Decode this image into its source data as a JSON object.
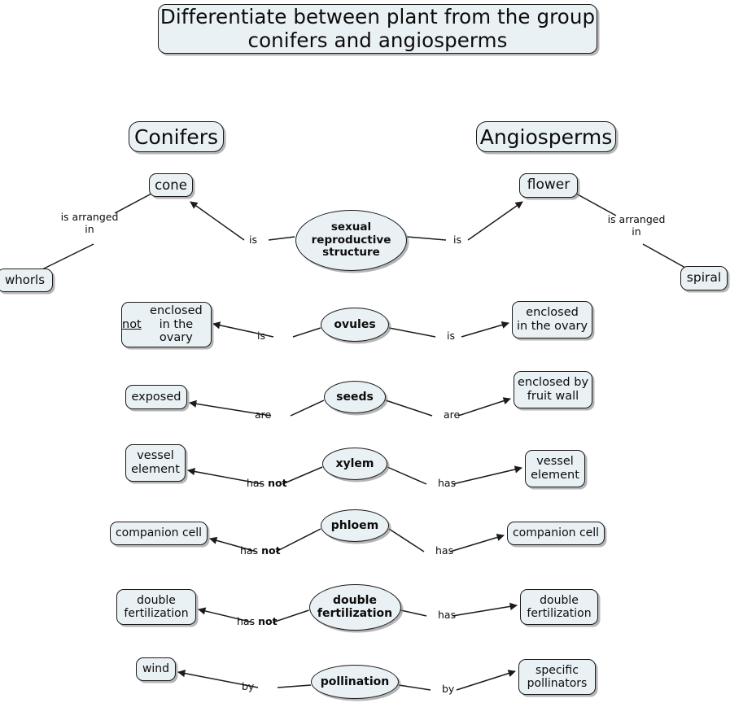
{
  "title": {
    "text": "Differentiate between plant from the group\nconifers and angiosperms"
  },
  "groups": {
    "left": "Conifers",
    "right": "Angiosperms"
  },
  "colors": {
    "node_fill": "#eaf1f4",
    "node_border": "#1b1b1b",
    "text": "#0c0c0c",
    "edge": "#1b1b1b",
    "background": "#ffffff"
  },
  "top_branch": {
    "center_concept": "sexual\nreproductive\nstructure",
    "left_node": "cone",
    "right_node": "flower",
    "left_relation": "is",
    "right_relation": "is",
    "left_sub_node": "whorls",
    "right_sub_node": "spiral",
    "left_sub_relation": "is arranged\nin",
    "right_sub_relation": "is arranged\nin"
  },
  "rows": [
    {
      "concept": "ovules",
      "left_relation": "is",
      "left_relation_bold": "",
      "left_node": "not enclosed\nin the ovary",
      "left_node_underline": "not",
      "right_relation": "is",
      "right_node": "enclosed\nin the ovary"
    },
    {
      "concept": "seeds",
      "left_relation": "are",
      "left_relation_bold": "",
      "left_node": "exposed",
      "left_node_underline": "",
      "right_relation": "are",
      "right_node": "enclosed by\nfruit wall"
    },
    {
      "concept": "xylem",
      "left_relation": "has ",
      "left_relation_bold": "not",
      "left_node": "vessel\nelement",
      "left_node_underline": "",
      "right_relation": "has",
      "right_node": "vessel\nelement"
    },
    {
      "concept": "phloem",
      "left_relation": "has ",
      "left_relation_bold": "not",
      "left_node": "companion cell",
      "left_node_underline": "",
      "right_relation": "has",
      "right_node": "companion cell"
    },
    {
      "concept": "double\nfertilization",
      "left_relation": "has ",
      "left_relation_bold": "not",
      "left_node": "double\nfertilization",
      "left_node_underline": "",
      "right_relation": "has",
      "right_node": "double\nfertilization"
    },
    {
      "concept": "pollination",
      "left_relation": "by",
      "left_relation_bold": "",
      "left_node": "wind",
      "left_node_underline": "",
      "right_relation": "by",
      "right_node": "specific\npollinators"
    }
  ]
}
